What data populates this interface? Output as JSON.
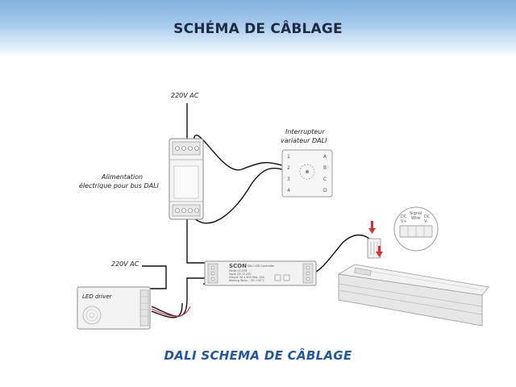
{
  "header": {
    "title": "SCHÉMA DE CÂBLAGE"
  },
  "footer": {
    "title": "DALI SCHEMA DE CÂBLAGE"
  },
  "labels": {
    "ac_top": "220V AC",
    "ac_left": "220V AC",
    "psu_line1": "Alimentation",
    "psu_line2": "électrique pour bus DALI",
    "switch_line1": "Interrupteur",
    "switch_line2": "variateur DALI",
    "led_driver": "LED driver",
    "controller_brand": "SCON",
    "controller_subtitle": "DALI LED Controller",
    "controller_model": "Model: JC-DT8",
    "controller_spec1": "Input: DC 12-24V",
    "controller_spec2": "Output: 5A x 4CH Max. 20A",
    "controller_spec3": "Working Temp.: -20~+50°C",
    "signal_wire": "Signal\nWire",
    "dc_plus": "DC\nV+",
    "dc_minus": "DC\nV-",
    "switch_left_keys": [
      "1",
      "2",
      "3",
      "4"
    ],
    "switch_right_keys": [
      "A",
      "B",
      "C",
      "D"
    ]
  },
  "colors": {
    "header_top": "#7fb0dc",
    "title_dark": "#1f2a44",
    "footer_blue": "#1f56a8",
    "wire": "#111111",
    "wire_red": "#d23a3a",
    "arrow_red": "#d83030"
  }
}
